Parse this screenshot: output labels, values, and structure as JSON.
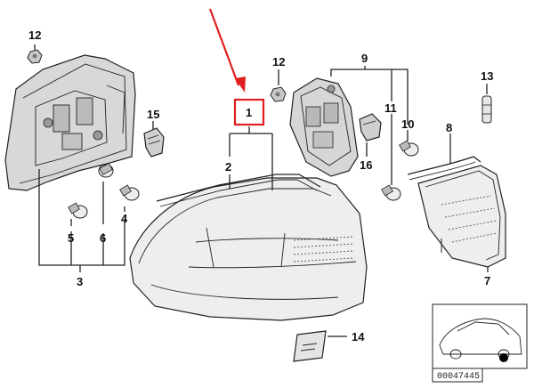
{
  "callouts": {
    "c1": "1",
    "c2": "2",
    "c3": "3",
    "c4": "4",
    "c5": "5",
    "c6": "6",
    "c7": "7",
    "c8": "8",
    "c9": "9",
    "c10": "10",
    "c11": "11",
    "c12a": "12",
    "c12b": "12",
    "c13": "13",
    "c14": "14",
    "c15": "15",
    "c16": "16"
  },
  "document_id": "00047445",
  "colors": {
    "highlight": "#e02020",
    "line": "#222222",
    "part_fill": "#dcdcdc"
  }
}
